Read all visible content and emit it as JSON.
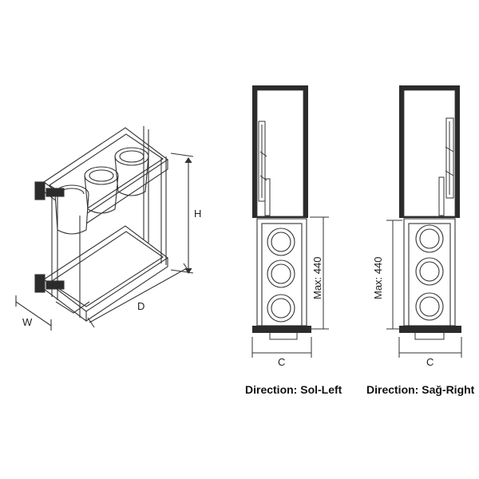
{
  "iso_view": {
    "labels": {
      "height": "H",
      "width": "W",
      "depth": "D"
    }
  },
  "left_view": {
    "max_label": "Max: 440",
    "width_label": "C",
    "caption": "Direction: Sol-Left"
  },
  "right_view": {
    "max_label": "Max: 440",
    "width_label": "C",
    "caption": "Direction: Sağ-Right"
  },
  "colors": {
    "line": "#333333",
    "dark": "#2b2b2b",
    "panel": "#ffffff"
  }
}
